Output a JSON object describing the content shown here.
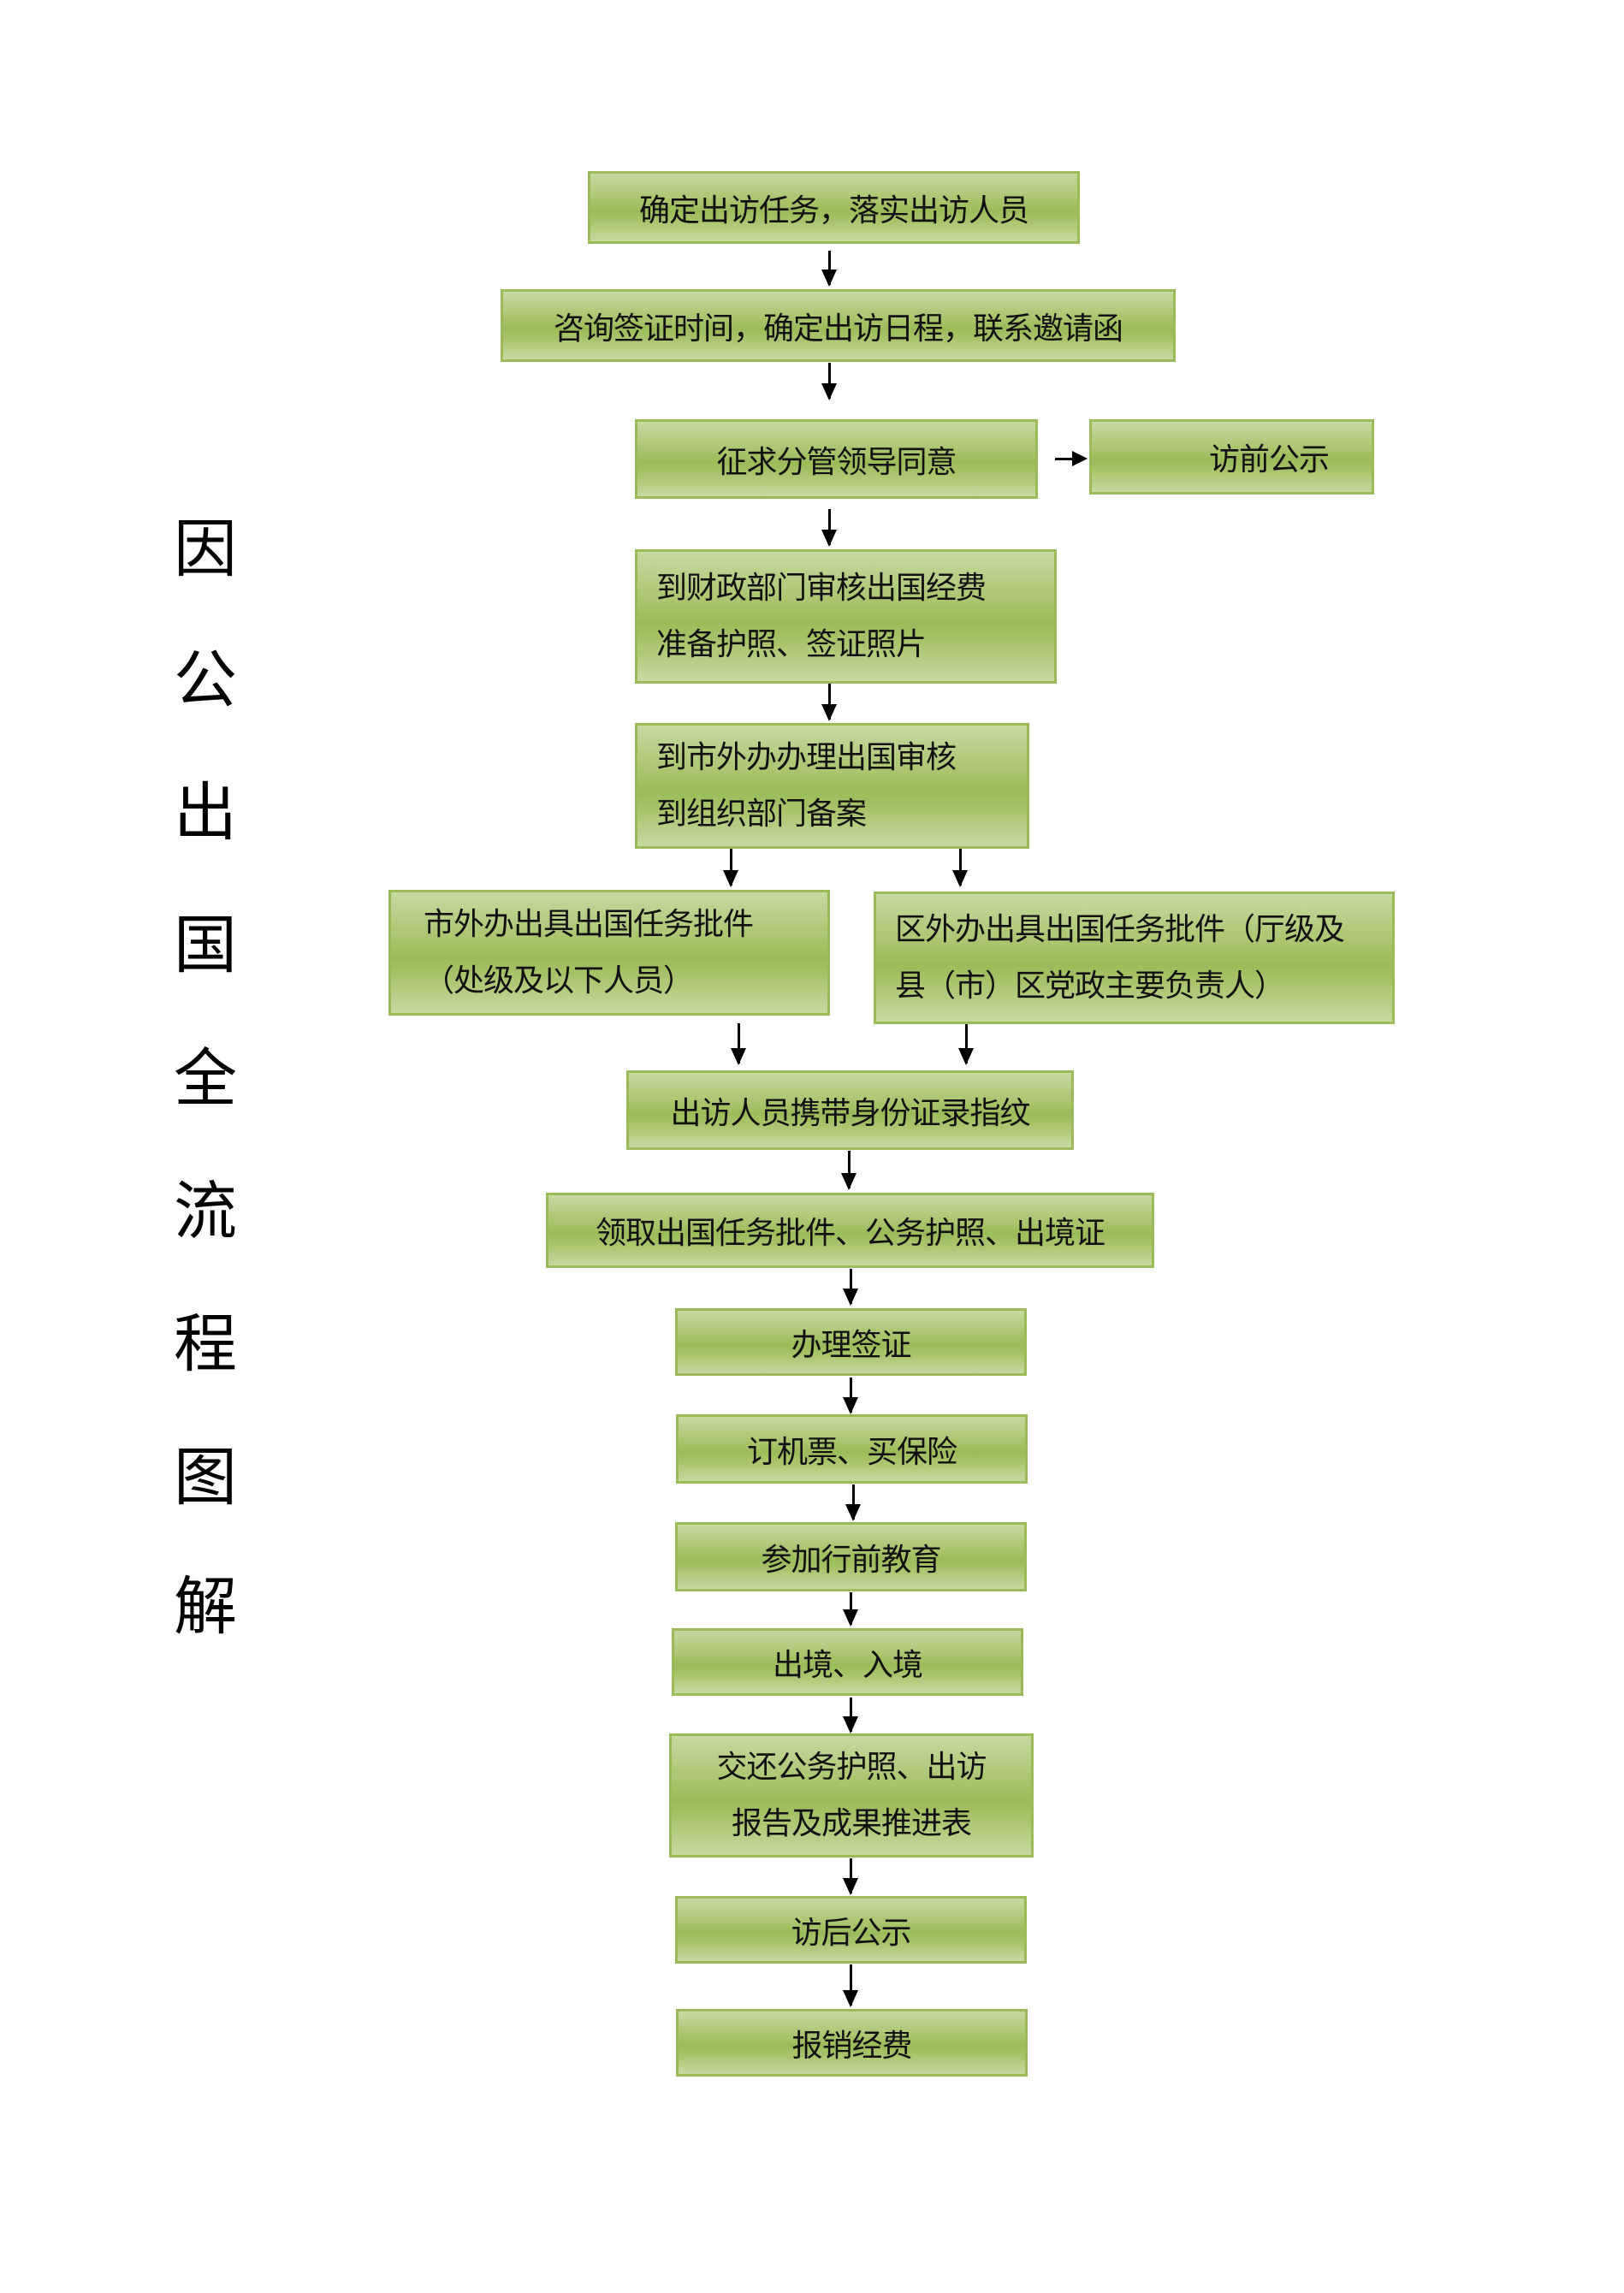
{
  "title_chars": [
    "因",
    "公",
    "出",
    "国",
    "全",
    "流",
    "程",
    "图",
    "解"
  ],
  "steps": {
    "s1": "确定出访任务，落实出访人员",
    "s2": "咨询签证时间，确定出访日程，联系邀请函",
    "s3": "征求分管领导同意",
    "s4": "访前公示",
    "s5": [
      "到财政部门审核出国经费",
      "准备护照、签证照片"
    ],
    "s6": [
      "到市外办办理出国审核",
      "到组织部门备案"
    ],
    "s7": [
      "市外办出具出国任务批件",
      "（处级及以下人员）"
    ],
    "s8": [
      "区外办出具出国任务批件（厅级及",
      "县（市）区党政主要负责人）"
    ],
    "s9": "出访人员携带身份证录指纹",
    "s10": "领取出国任务批件、公务护照、出境证",
    "s11": "办理签证",
    "s12": "订机票、买保险",
    "s13": "参加行前教育",
    "s14": "出境、入境",
    "s15": [
      "交还公务护照、出访",
      "报告及成果推进表"
    ],
    "s16": "访后公示",
    "s17": "报销经费"
  },
  "colors": {
    "box_fill": "#9bbb59",
    "box_light": "#c6d9a0",
    "border": "#9bbb59"
  }
}
